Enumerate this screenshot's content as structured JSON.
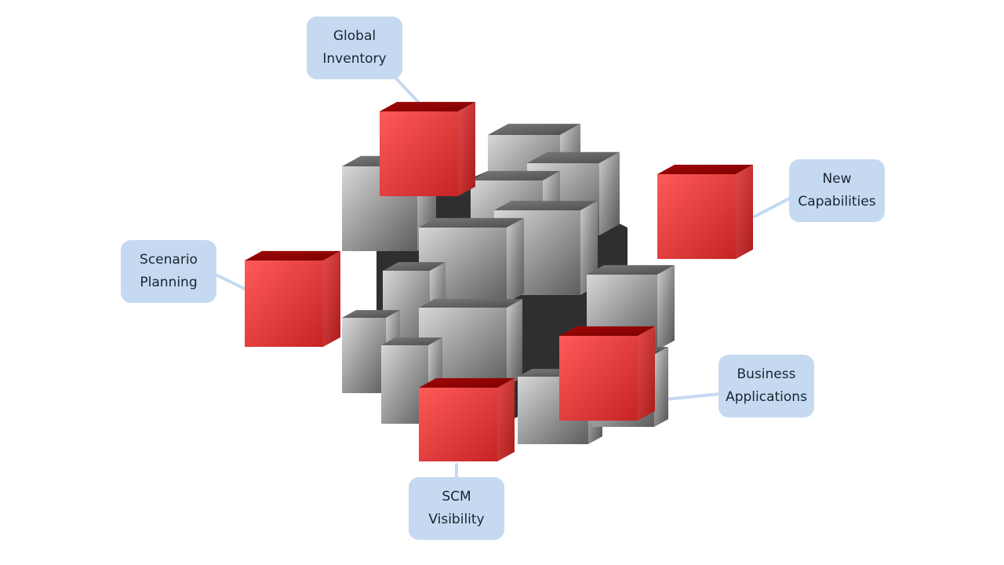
{
  "diagram": {
    "colors": {
      "callout_bg": "#c5daf0",
      "connector": "#c5daf0",
      "accent_cube": "#e03b3b",
      "base_cube": "#8a8a8a"
    },
    "callouts": [
      {
        "id": "global-inventory",
        "lines": [
          "Global",
          "Inventory"
        ]
      },
      {
        "id": "new-capabilities",
        "lines": [
          "New",
          "Capabilities"
        ]
      },
      {
        "id": "scenario-planning",
        "lines": [
          "Scenario",
          "Planning"
        ]
      },
      {
        "id": "business-applications",
        "lines": [
          "Business",
          "Applications"
        ]
      },
      {
        "id": "scm-visibility",
        "lines": [
          "SCM",
          "Visibility"
        ]
      }
    ]
  }
}
